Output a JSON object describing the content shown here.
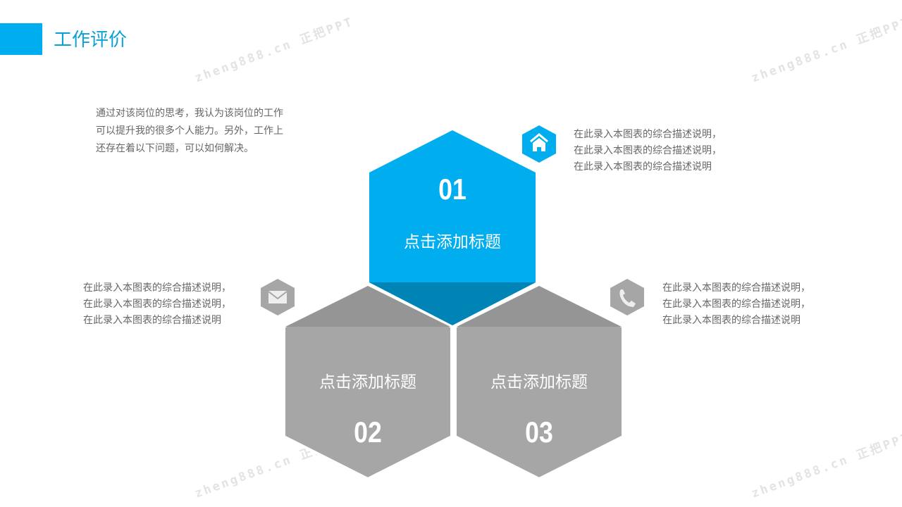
{
  "header": {
    "title": "工作评价"
  },
  "intro": {
    "lines": [
      "通过对该岗位的思考，我认为该岗位的工作",
      "可以提升我的很多个人能力。另外，工作上",
      "还存在着以下问题，可以如何解决。"
    ]
  },
  "items": [
    {
      "number": "01",
      "title": "点击添加标题",
      "icon": "home-icon",
      "desc": [
        "在此录入本图表的综合描述说明，",
        "在此录入本图表的综合描述说明，",
        "在此录入本图表的综合描述说明"
      ]
    },
    {
      "number": "02",
      "title": "点击添加标题",
      "icon": "mail-icon",
      "desc": [
        "在此录入本图表的综合描述说明，",
        "在此录入本图表的综合描述说明，",
        "在此录入本图表的综合描述说明"
      ]
    },
    {
      "number": "03",
      "title": "点击添加标题",
      "icon": "phone-icon",
      "desc": [
        "在此录入本图表的综合描述说明，",
        "在此录入本图表的综合描述说明，",
        "在此录入本图表的综合描述说明"
      ]
    }
  ],
  "watermark": "zheng888.cn 正把PPT",
  "colors": {
    "accent": "#00aeef",
    "accent_dark": "#0083b5",
    "grey": "#a6a6a6",
    "grey_dark": "#959595"
  }
}
